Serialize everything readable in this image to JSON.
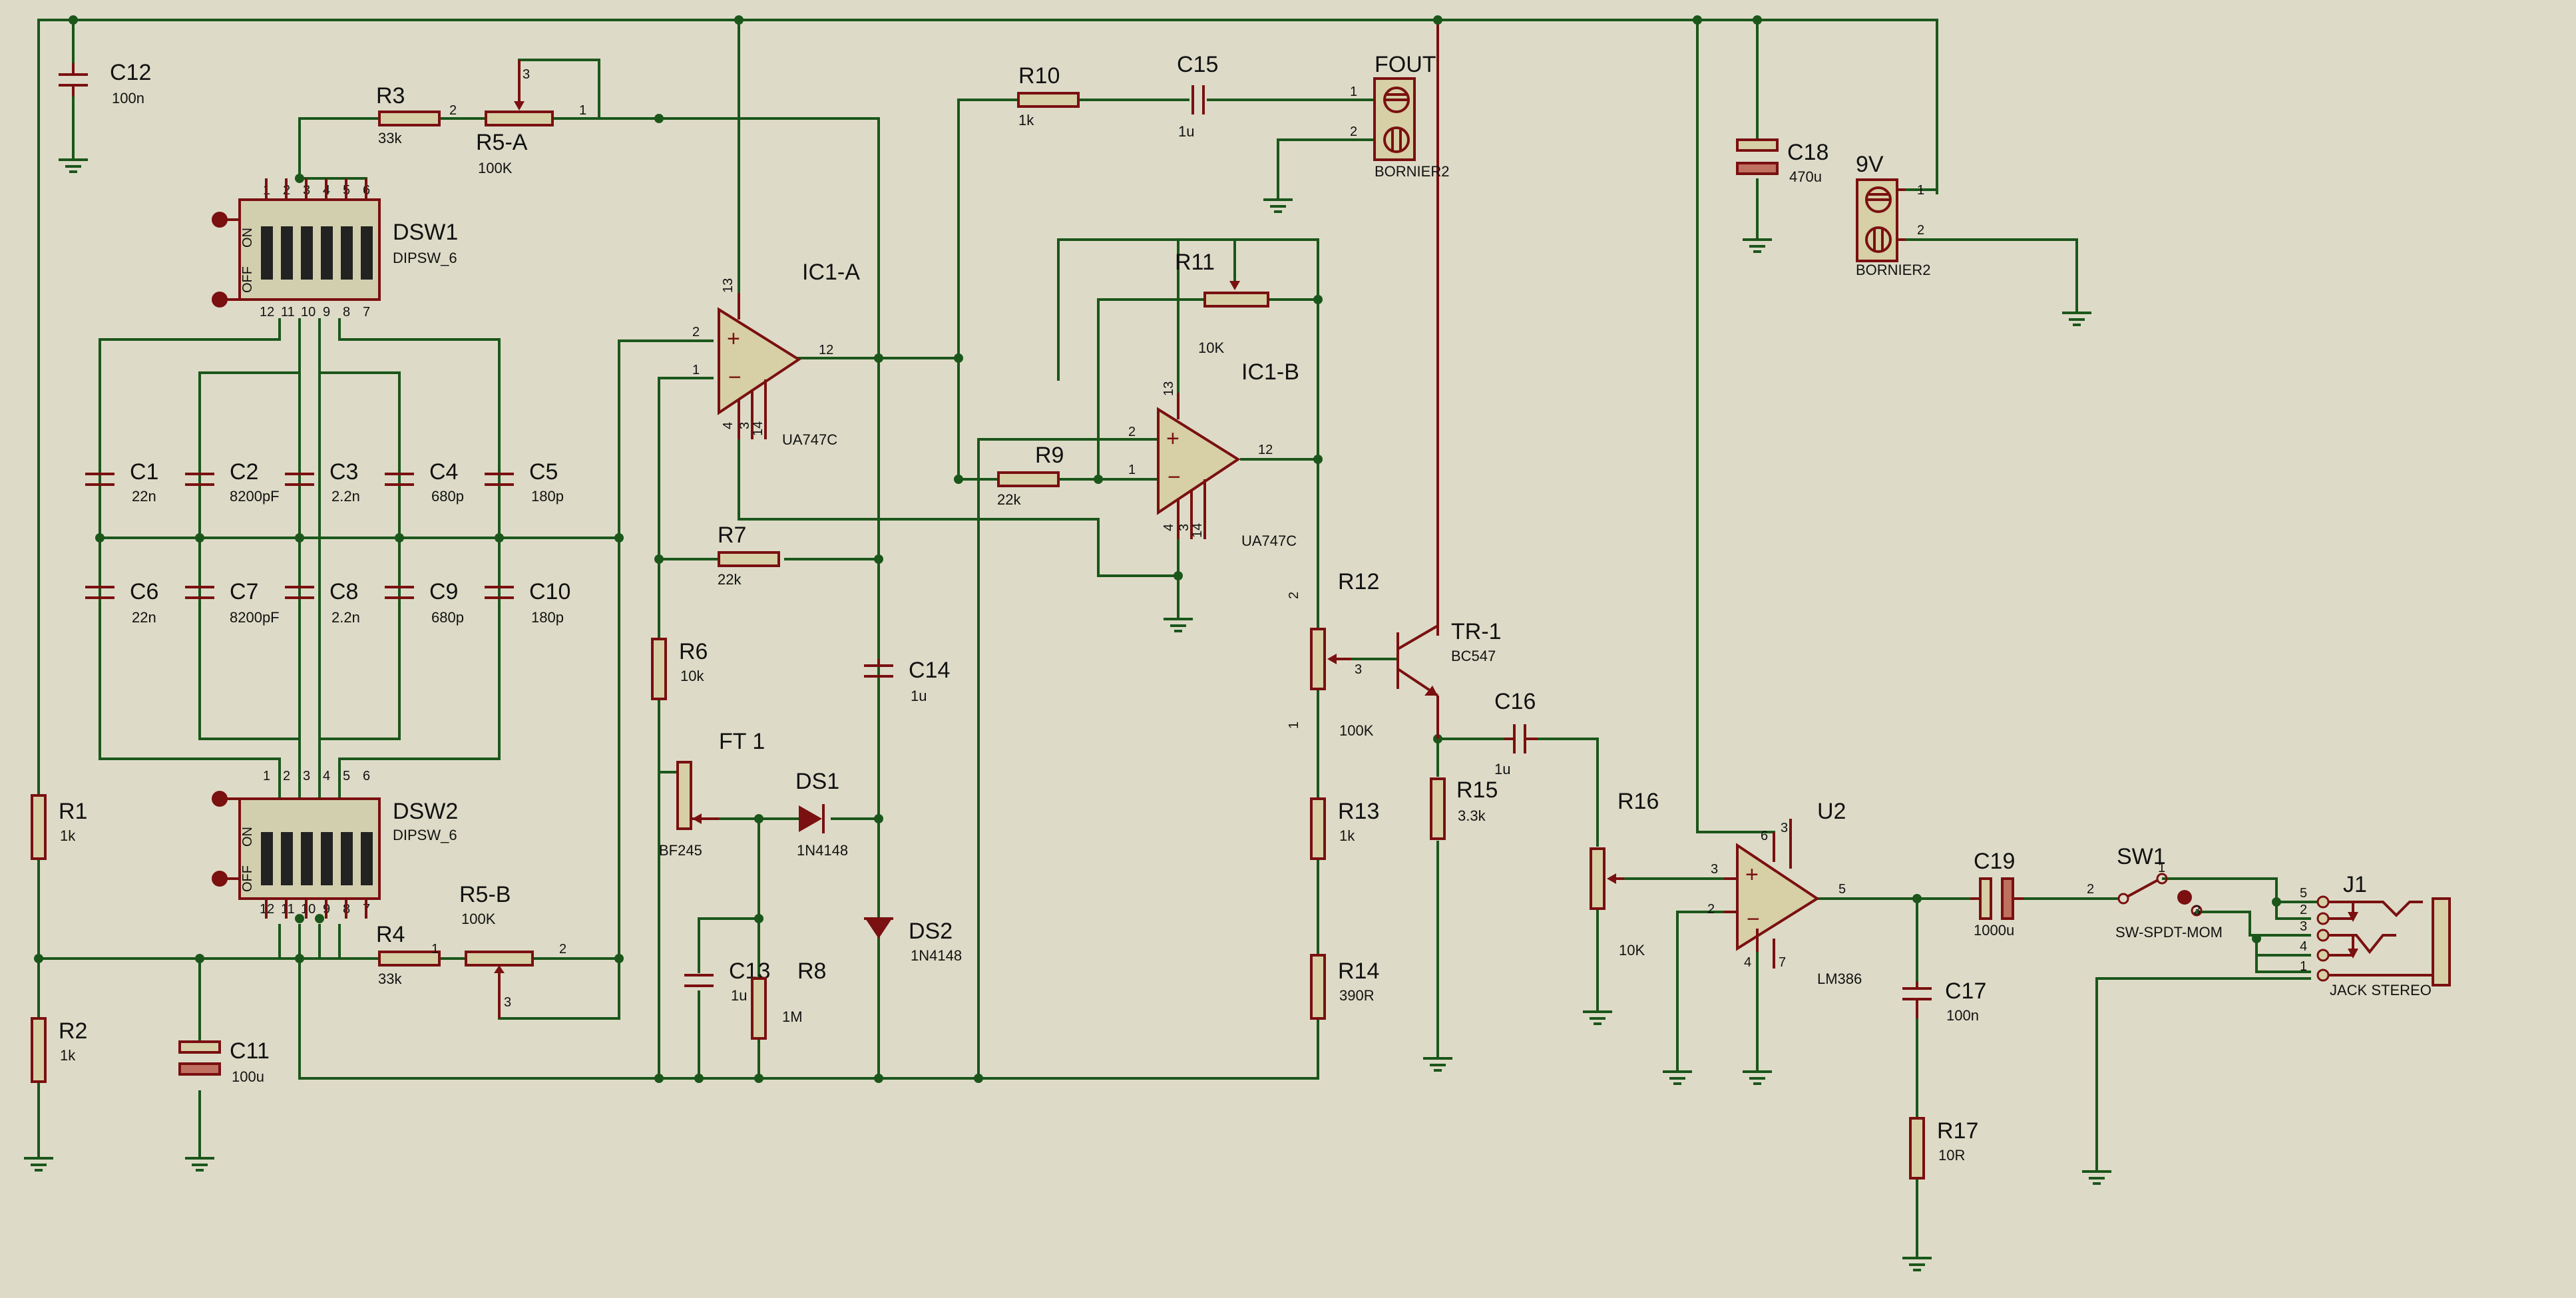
{
  "components": [
    {
      "id": "c12",
      "ref": "C12",
      "value": "100n"
    },
    {
      "id": "r3",
      "ref": "R3",
      "value": "33k"
    },
    {
      "id": "r5a",
      "ref": "R5-A",
      "value": "100K"
    },
    {
      "id": "dsw1",
      "ref": "DSW1",
      "value": "DIPSW_6"
    },
    {
      "id": "dsw2",
      "ref": "DSW2",
      "value": "DIPSW_6"
    },
    {
      "id": "c1",
      "ref": "C1",
      "value": "22n"
    },
    {
      "id": "c2",
      "ref": "C2",
      "value": "8200pF"
    },
    {
      "id": "c3",
      "ref": "C3",
      "value": "2.2n"
    },
    {
      "id": "c4",
      "ref": "C4",
      "value": "680p"
    },
    {
      "id": "c5",
      "ref": "C5",
      "value": "180p"
    },
    {
      "id": "c6",
      "ref": "C6",
      "value": "22n"
    },
    {
      "id": "c7",
      "ref": "C7",
      "value": "8200pF"
    },
    {
      "id": "c8",
      "ref": "C8",
      "value": "2.2n"
    },
    {
      "id": "c9",
      "ref": "C9",
      "value": "680p"
    },
    {
      "id": "c10",
      "ref": "C10",
      "value": "180p"
    },
    {
      "id": "r1",
      "ref": "R1",
      "value": "1k"
    },
    {
      "id": "r2",
      "ref": "R2",
      "value": "1k"
    },
    {
      "id": "c11",
      "ref": "C11",
      "value": "100u"
    },
    {
      "id": "r4",
      "ref": "R4",
      "value": "33k"
    },
    {
      "id": "r5b",
      "ref": "R5-B",
      "value": "100K"
    },
    {
      "id": "ic1a",
      "ref": "IC1-A",
      "value": "UA747C"
    },
    {
      "id": "ic1b",
      "ref": "IC1-B",
      "value": "UA747C"
    },
    {
      "id": "r7",
      "ref": "R7",
      "value": "22k"
    },
    {
      "id": "r6",
      "ref": "R6",
      "value": "10k"
    },
    {
      "id": "ft1",
      "ref": "FT 1",
      "value": "BF245"
    },
    {
      "id": "ds1",
      "ref": "DS1",
      "value": "1N4148"
    },
    {
      "id": "ds2",
      "ref": "DS2",
      "value": "1N4148"
    },
    {
      "id": "c13",
      "ref": "C13",
      "value": "1u"
    },
    {
      "id": "r8",
      "ref": "R8",
      "value": "1M"
    },
    {
      "id": "c14",
      "ref": "C14",
      "value": "1u"
    },
    {
      "id": "r10",
      "ref": "R10",
      "value": "1k"
    },
    {
      "id": "c15",
      "ref": "C15",
      "value": "1u"
    },
    {
      "id": "fout",
      "ref": "FOUT",
      "value": "BORNIER2"
    },
    {
      "id": "r11",
      "ref": "R11",
      "value": "10K"
    },
    {
      "id": "r9",
      "ref": "R9",
      "value": "22k"
    },
    {
      "id": "r12",
      "ref": "R12",
      "value": "100K"
    },
    {
      "id": "r13",
      "ref": "R13",
      "value": "1k"
    },
    {
      "id": "r14",
      "ref": "R14",
      "value": "390R"
    },
    {
      "id": "tr1",
      "ref": "TR-1",
      "value": "BC547"
    },
    {
      "id": "r15",
      "ref": "R15",
      "value": "3.3k"
    },
    {
      "id": "c16",
      "ref": "C16",
      "value": "1u"
    },
    {
      "id": "c18",
      "ref": "C18",
      "value": "470u"
    },
    {
      "id": "bat",
      "ref": "9V",
      "value": "BORNIER2"
    },
    {
      "id": "r16",
      "ref": "R16",
      "value": "10K"
    },
    {
      "id": "u2",
      "ref": "U2",
      "value": "LM386"
    },
    {
      "id": "c19",
      "ref": "C19",
      "value": "1000u"
    },
    {
      "id": "c17",
      "ref": "C17",
      "value": "100n"
    },
    {
      "id": "r17",
      "ref": "R17",
      "value": "10R"
    },
    {
      "id": "sw1",
      "ref": "SW1",
      "value": "SW-SPDT-MOM"
    },
    {
      "id": "j1",
      "ref": "J1",
      "value": "JACK STEREO"
    }
  ],
  "dip_switch": {
    "on_label": "ON",
    "off_label": "OFF",
    "top_pins": [
      "1",
      "2",
      "3",
      "4",
      "5",
      "6"
    ],
    "bottom_pins": [
      "12",
      "11",
      "10",
      "9",
      "8",
      "7"
    ]
  },
  "opamp_pins": {
    "noninv": "2",
    "inv": "1",
    "out": "12",
    "vplus": "13",
    "vminus": "4",
    "p3": "3",
    "p14": "14"
  },
  "pins": {
    "one": "1",
    "two": "2",
    "three": "3",
    "four": "4",
    "five": "5",
    "six": "6",
    "seven": "7"
  },
  "jack_pins": [
    "5",
    "2",
    "3",
    "4",
    "1"
  ],
  "colors": {
    "background": "#dddbc7",
    "wire": "#1b561b",
    "component": "#7a1010",
    "body": "#d7cfa6"
  }
}
